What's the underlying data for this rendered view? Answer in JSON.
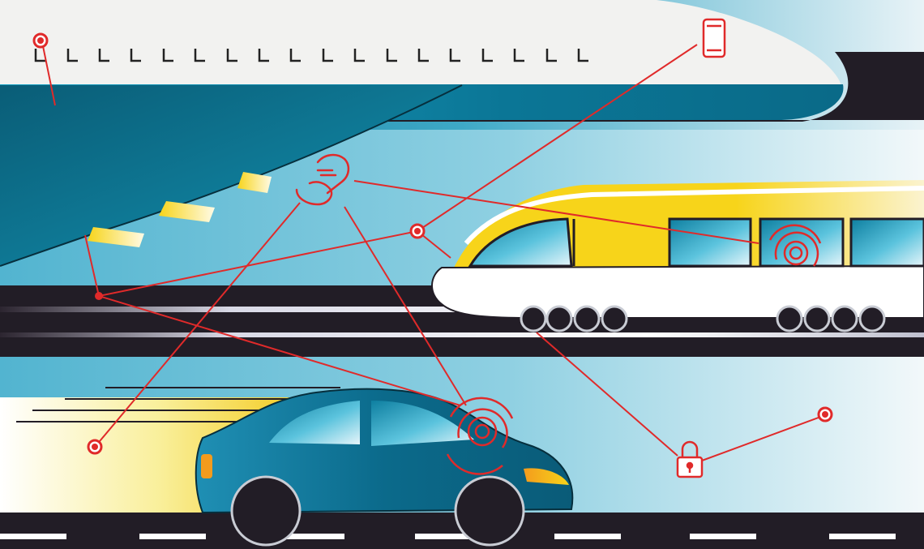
{
  "illustration": {
    "subjects": [
      "airplane",
      "train",
      "car"
    ],
    "network_icons": [
      "phone-icon",
      "handshake-icon",
      "signal-icon",
      "lock-icon",
      "node-icon"
    ],
    "colors": {
      "network_red": "#e02a2a",
      "teal": "#0f7d9a",
      "sky_blue": "#8fd0e2",
      "yellow": "#f7d41a",
      "road_dark": "#221d26",
      "white": "#ffffff"
    }
  }
}
